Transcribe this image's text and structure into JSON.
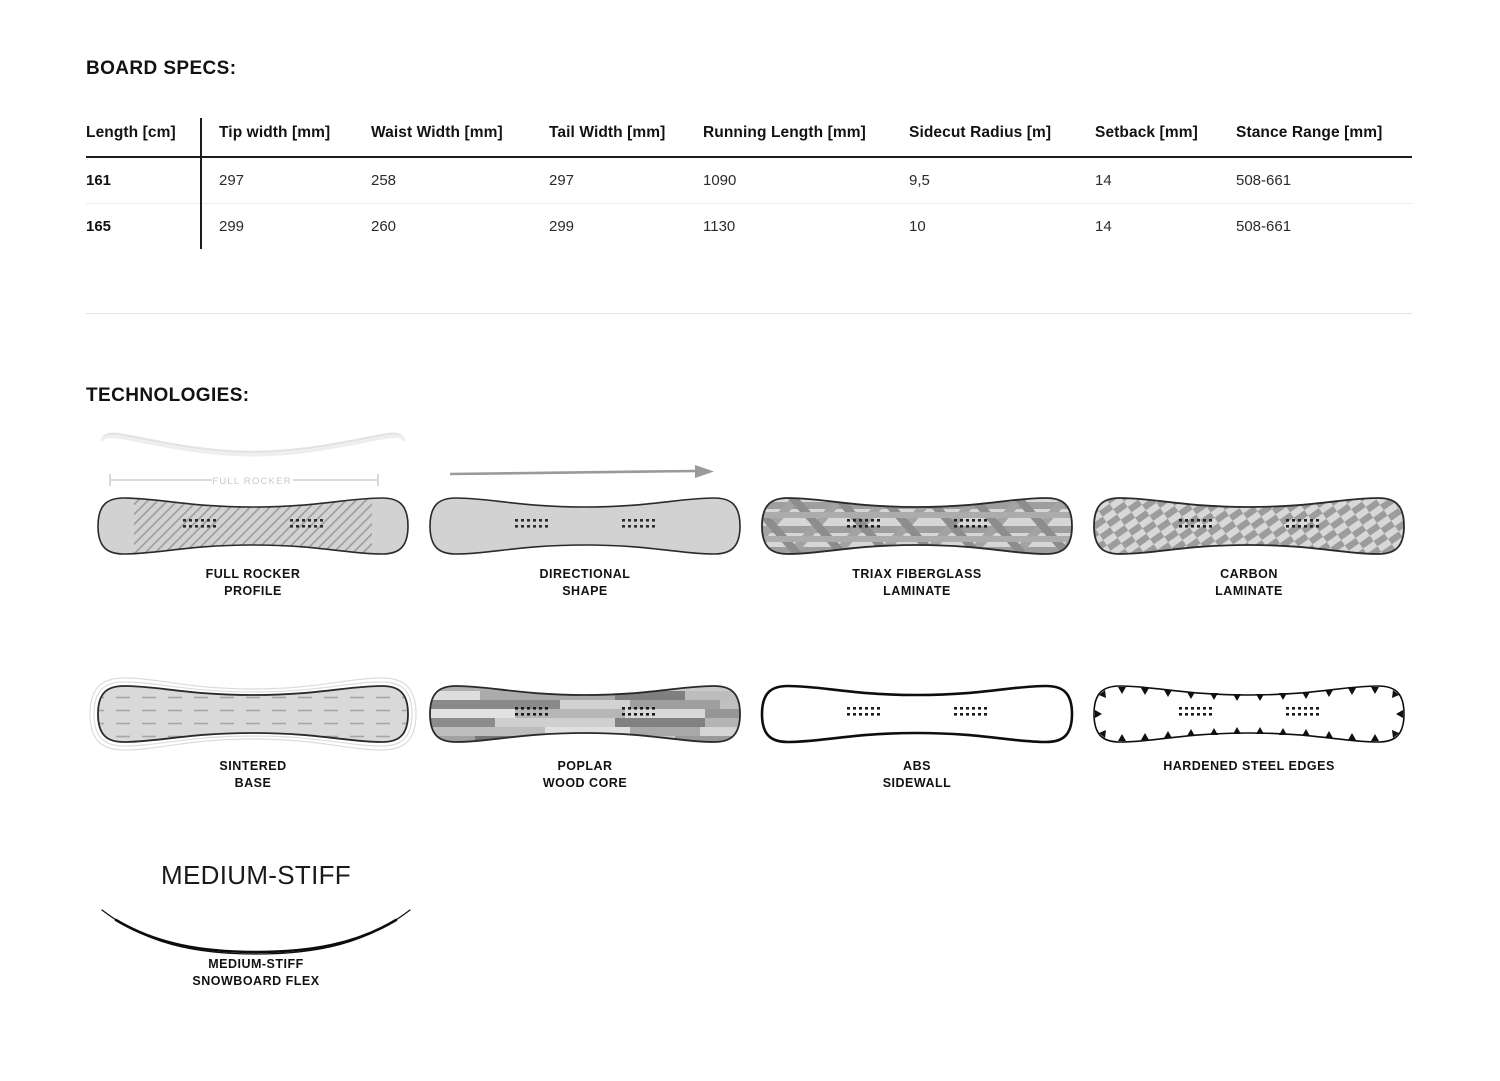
{
  "headings": {
    "board_specs": "BOARD SPECS:",
    "technologies": "TECHNOLOGIES:"
  },
  "spec_table": {
    "columns": [
      "Length [cm]",
      "Tip width [mm]",
      "Waist Width [mm]",
      "Tail Width [mm]",
      "Running Length [mm]",
      "Sidecut Radius [m]",
      "Setback [mm]",
      "Stance Range [mm]"
    ],
    "rows": [
      {
        "length": "161",
        "tip_width": "297",
        "waist_width": "258",
        "tail_width": "297",
        "running_length": "1090",
        "sidecut_radius": "9,5",
        "setback": "14",
        "stance_range": "508-661"
      },
      {
        "length": "165",
        "tip_width": "299",
        "waist_width": "260",
        "tail_width": "299",
        "running_length": "1130",
        "sidecut_radius": "10",
        "setback": "14",
        "stance_range": "508-661"
      }
    ]
  },
  "technologies": [
    {
      "id": "full-rocker-profile",
      "caption": "FULL ROCKER\nPROFILE",
      "annotation": "FULL ROCKER"
    },
    {
      "id": "directional-shape",
      "caption": "DIRECTIONAL\nSHAPE"
    },
    {
      "id": "triax-fiberglass-laminate",
      "caption": "TRIAX FIBERGLASS\nLAMINATE"
    },
    {
      "id": "carbon-laminate",
      "caption": "CARBON\nLAMINATE"
    },
    {
      "id": "sintered-base",
      "caption": "SINTERED\nBASE"
    },
    {
      "id": "poplar-wood-core",
      "caption": "POPLAR\nWOOD CORE"
    },
    {
      "id": "abs-sidewall",
      "caption": "ABS\nSIDEWALL"
    },
    {
      "id": "hardened-steel-edges",
      "caption": "HARDENED STEEL EDGES"
    }
  ],
  "flex": {
    "title": "MEDIUM-STIFF",
    "caption": "MEDIUM-STIFF\nSNOWBOARD FLEX"
  },
  "colors": {
    "text": "#121212",
    "rule_strong": "#1c1c1c",
    "rule_light": "#ececec",
    "board_fill": "#d2d2d2",
    "board_stroke": "#2a2a2a",
    "annotation_gray": "#c9c9c9",
    "arrow_gray": "#9a9a9a"
  }
}
